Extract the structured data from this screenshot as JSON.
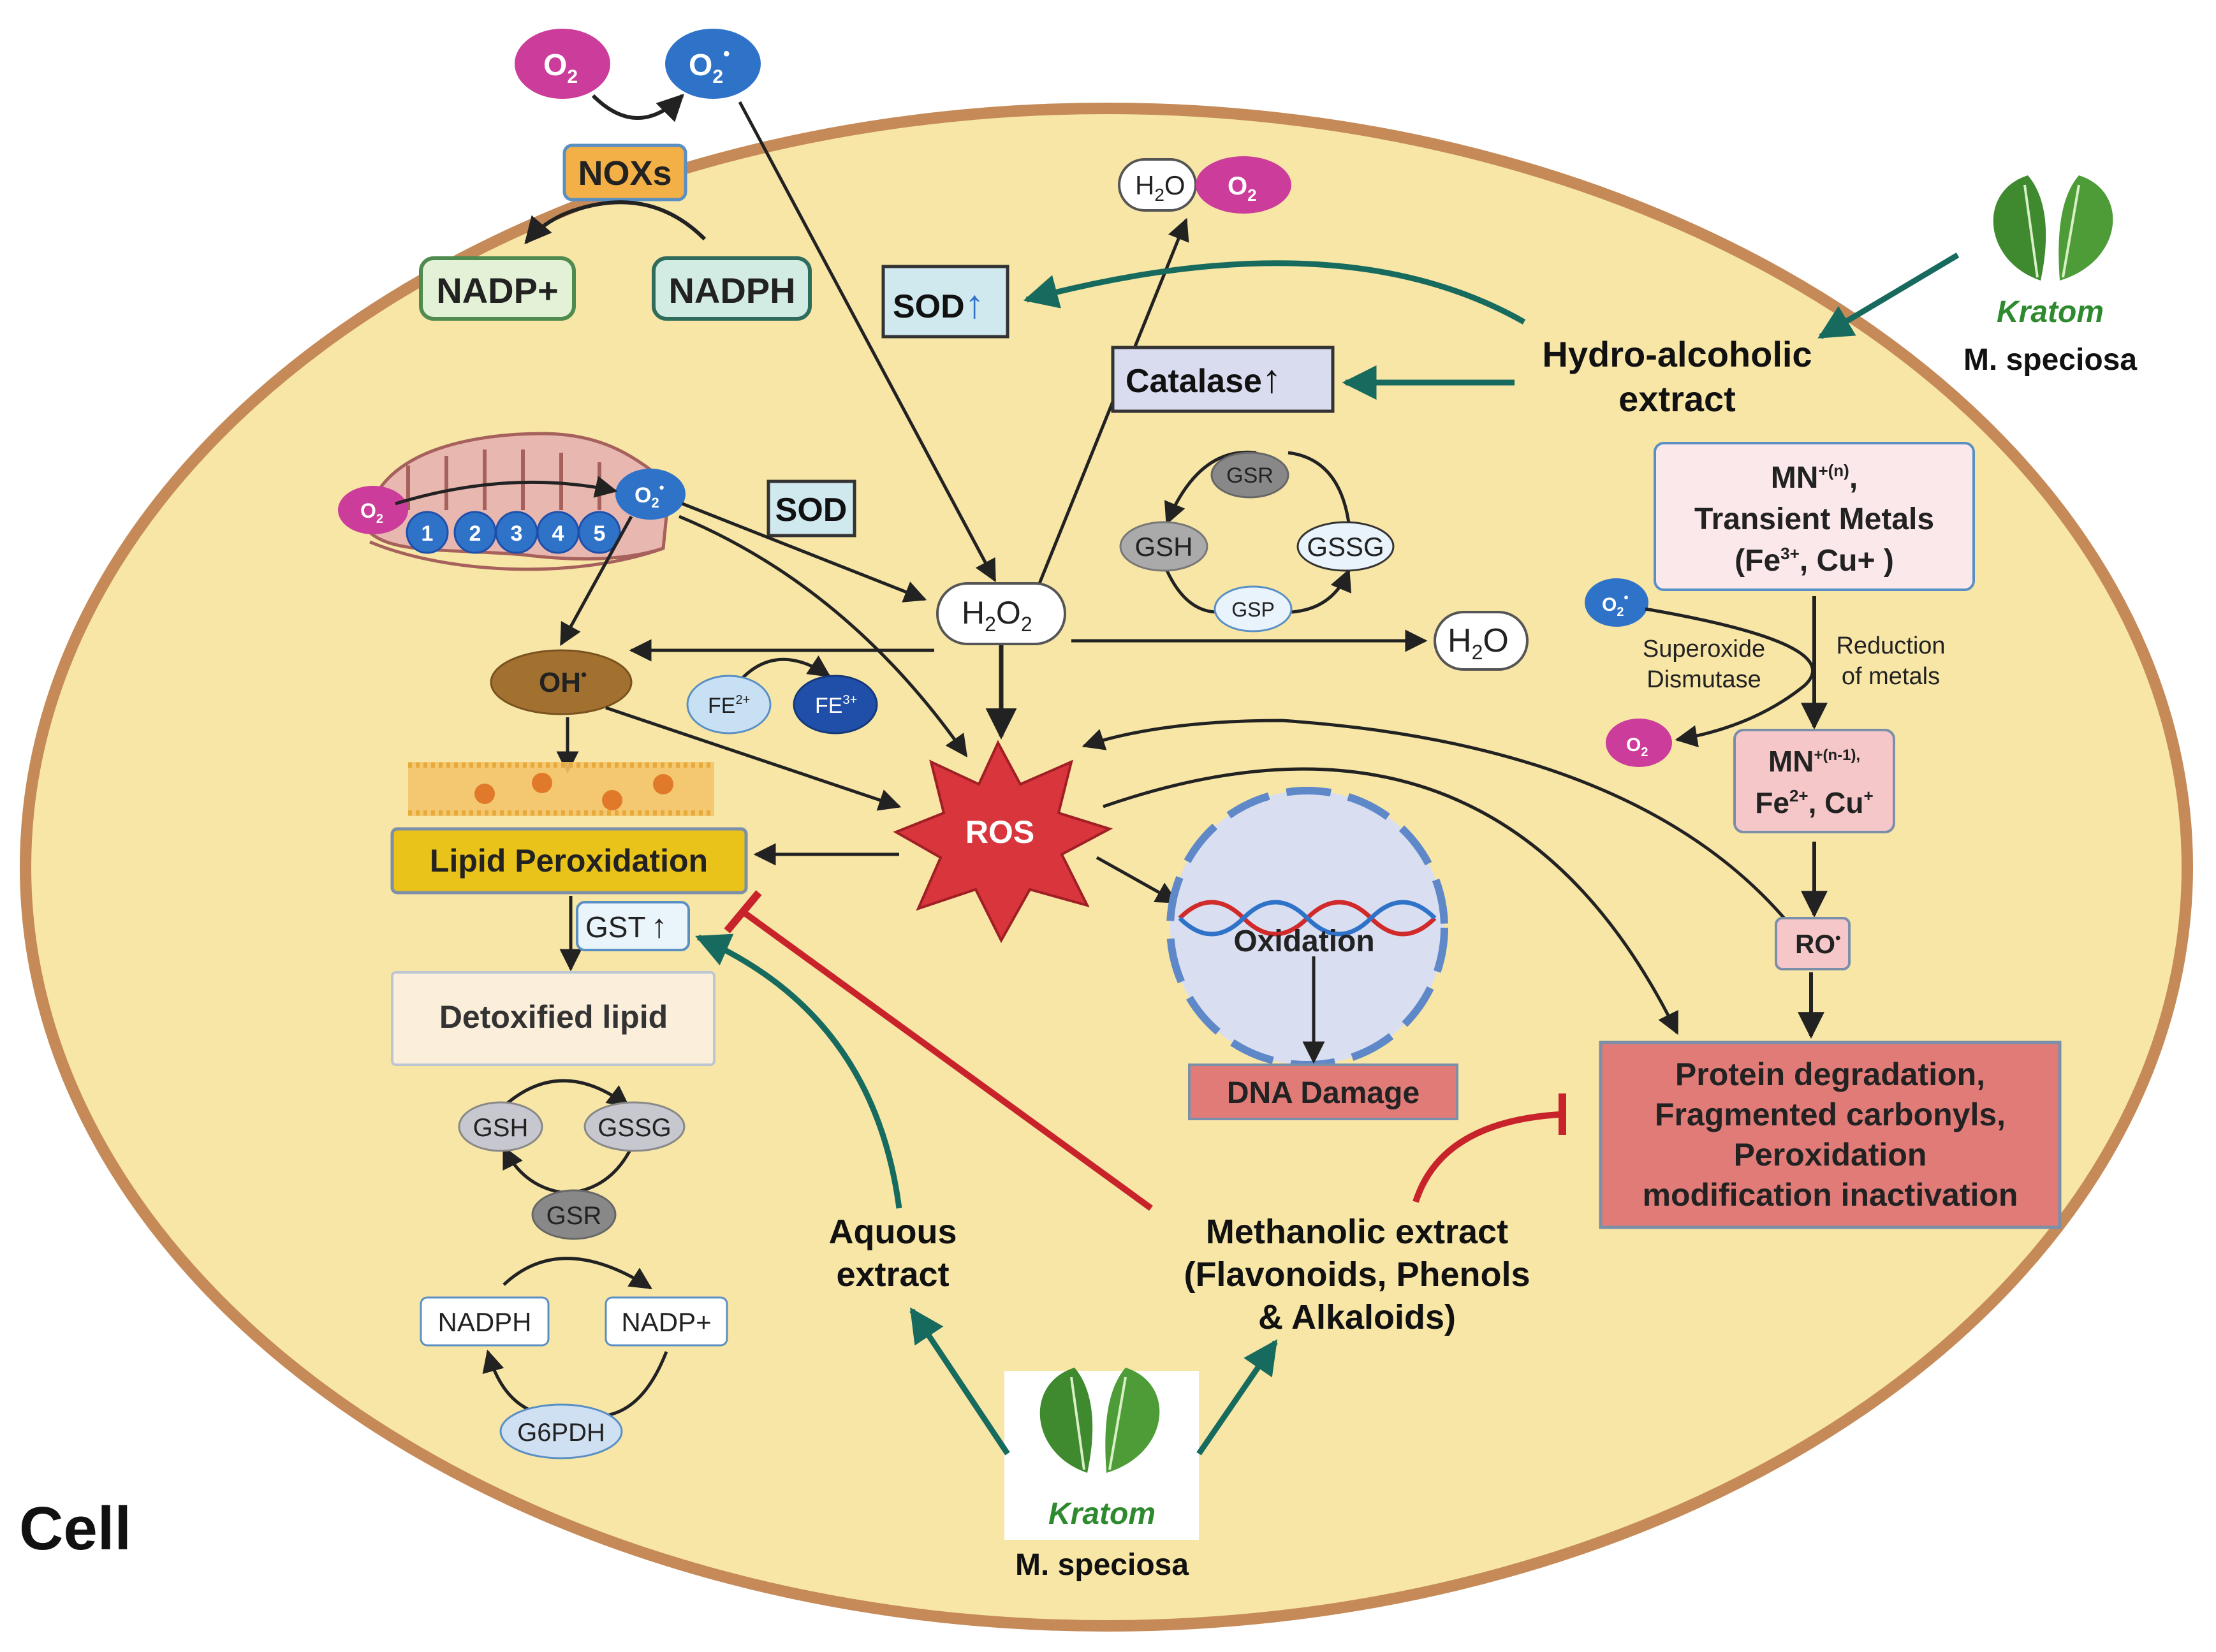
{
  "colors": {
    "cell_fill": "#f7e6a6",
    "cell_border": "#c58a58",
    "magenta": "#cc3c9a",
    "blue": "#2f73c9",
    "dark_blue": "#1f4fa8",
    "teal_arrow": "#176a5e",
    "inhibit_red": "#c8232b",
    "ros_red": "#d8353c",
    "lipid_yellow": "#e9c21a",
    "damage_pink": "#e07b78",
    "oh_brown": "#a3712f",
    "leaf_green": "#3f8a2f"
  },
  "icons": {
    "leaf": "kratom-leaf-icon",
    "mitochondrion": "mitochondrion-icon",
    "membrane": "lipid-membrane-icon",
    "nucleus": "nucleus-dna-icon",
    "ros": "ros-burst-icon"
  },
  "labels": {
    "cell": "Cell",
    "o2": "O",
    "o2_sub": "2",
    "o2_radical_sup": "•",
    "noxs": "NOXs",
    "nadp_plus": "NADP+",
    "nadph": "NADPH",
    "sod_up": "SOD",
    "catalase_up": "Catalase",
    "h2o": "H",
    "h2o_tail": "O",
    "h2o_sub": "2",
    "sod": "SOD",
    "gsr": "GSR",
    "gsh": "GSH",
    "gssg": "GSSG",
    "gsp": "GSP",
    "h2o2_h": "H",
    "h2o2_o": "O",
    "h2o2_sub1": "2",
    "h2o2_sub2": "2",
    "oh": "OH",
    "oh_sup": "•",
    "fe2": "FE",
    "fe2_sup": "2+",
    "fe3": "FE",
    "fe3_sup": "3+",
    "ros": "ROS",
    "lipid_peroxidation": "Lipid Peroxidation",
    "gst_up": "GST",
    "detoxified_lipid": "Detoxified lipid",
    "oxidation": "Oxidation",
    "dna_damage": "DNA Damage",
    "hydro_alcoholic_line1": "Hydro-alcoholic",
    "hydro_alcoholic_line2": "extract",
    "kratom": "Kratom",
    "m_speciosa": "M. speciosa",
    "metals_line1": "MN",
    "metals_line1_sup": "+(n)",
    "metals_line1_tail": ",",
    "metals_line2": "Transient Metals",
    "metals_line3_a": "(Fe",
    "metals_line3_sup": "3+",
    "metals_line3_b": ", Cu+ )",
    "superoxide_line1": "Superoxide",
    "superoxide_line2": "Dismutase",
    "reduction_line1": "Reduction",
    "reduction_line2": "of metals",
    "mn_reduced_line1": "MN",
    "mn_reduced_sup": "+(n-1),",
    "mn_reduced_line2_a": "Fe",
    "mn_reduced_line2_sup1": "2+",
    "mn_reduced_line2_b": ", Cu",
    "mn_reduced_line2_sup2": "+",
    "ro": "RO",
    "ro_sup": "•",
    "protein_line1": "Protein degradation,",
    "protein_line2": "Fragmented carbonyls,",
    "protein_line3": "Peroxidation",
    "protein_line4": "modification inactivation",
    "aqueous_line1": "Aquous",
    "aqueous_line2": "extract",
    "methanolic_line1": "Methanolic extract",
    "methanolic_line2": "(Flavonoids, Phenols",
    "methanolic_line3": "& Alkaloids)",
    "g6pdh": "G6PDH",
    "chain_1": "1",
    "chain_2": "2",
    "chain_3": "3",
    "chain_4": "4",
    "chain_5": "5",
    "up_arrow": "↑"
  }
}
